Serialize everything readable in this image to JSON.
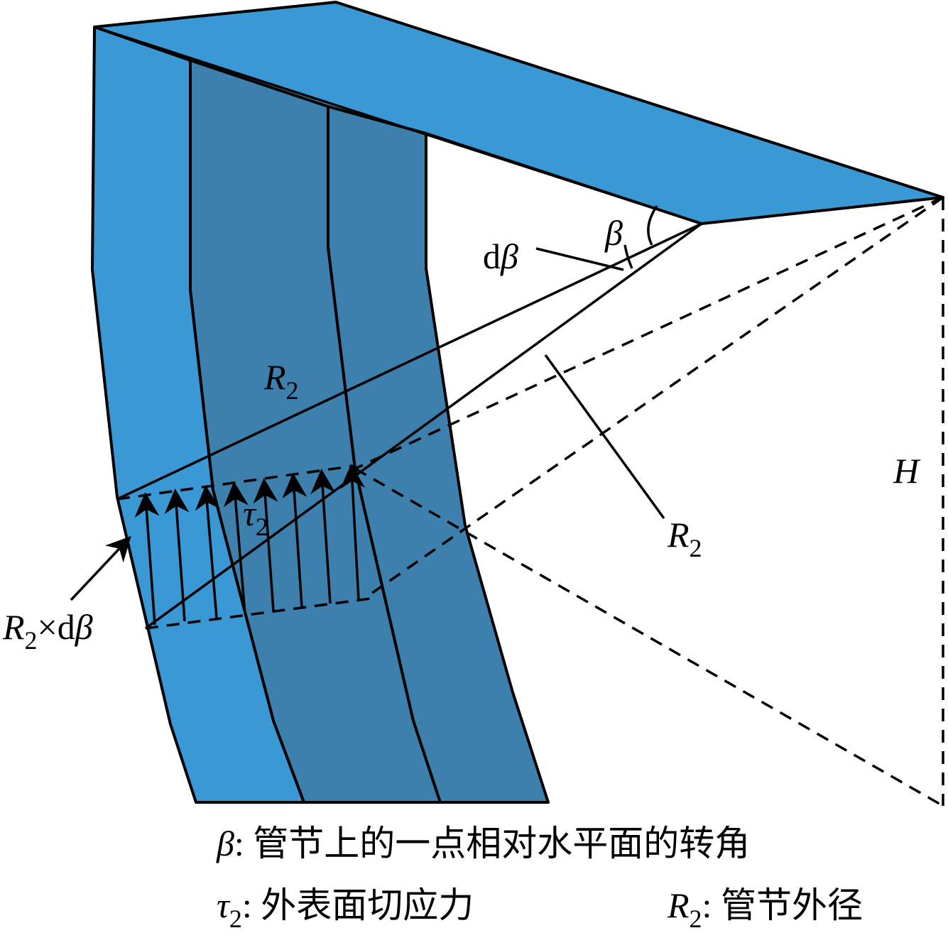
{
  "labels": {
    "beta": "β",
    "dbeta_prefix": "d",
    "dbeta_symbol": "β",
    "r2_symbol": "R",
    "r2_sub": "2",
    "tau_symbol": "τ",
    "tau_sub": "2",
    "h": "H",
    "arc_symbol": "R",
    "arc_sub": "2",
    "arc_times": "×d",
    "arc_beta": "β"
  },
  "legend": {
    "line1": {
      "symbol": "β",
      "text": ": 管节上的一点相对水平面的转角"
    },
    "line2_left": {
      "symbol": "τ",
      "sub": "2",
      "text": ": 外表面切应力"
    },
    "line2_right": {
      "symbol": "R",
      "sub": "2",
      "text": ": 管节外径"
    }
  },
  "colors": {
    "outer_face": "#3a98d4",
    "inner_face": "#3d7fad",
    "top_face": "#3a98d4",
    "line": "#000000"
  }
}
